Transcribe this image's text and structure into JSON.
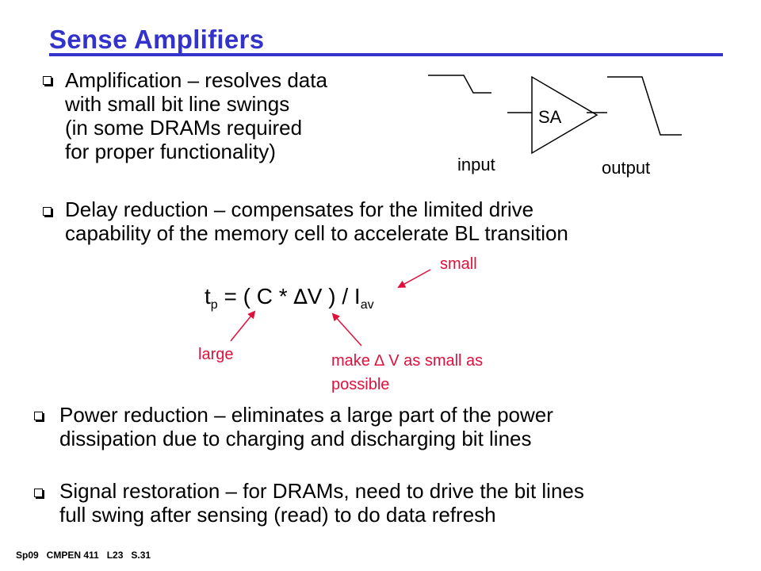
{
  "slide": {
    "title": "Sense Amplifiers",
    "bullets": [
      {
        "lines": [
          "Amplification – resolves data",
          "with small bit line swings",
          "(in some DRAMs required",
          "for proper functionality)"
        ]
      },
      {
        "lines": [
          "Delay reduction – compensates for the limited drive",
          "capability of the memory cell to accelerate BL transition"
        ]
      },
      {
        "lines": [
          "Power reduction – eliminates a large part of the power",
          "dissipation due to charging and discharging bit lines"
        ]
      },
      {
        "lines": [
          "Signal restoration – for DRAMs, need to drive the bit lines",
          "full swing after sensing (read) to do data refresh"
        ]
      }
    ],
    "diagram": {
      "amp_label": "SA",
      "input_label": "input",
      "output_label": "output"
    },
    "formula": {
      "t": "t",
      "t_sub": "p",
      "body": " = ( C * ",
      "delta": "∆",
      "body2": "V ) / I",
      "i_sub": "av"
    },
    "annotations": {
      "small": "small",
      "large": "large",
      "make_small_1": "make ∆ V as small as",
      "make_small_2": "possible"
    },
    "footer": "Sp09   CMPEN 411   L23   S.31",
    "colors": {
      "title": "#3333cc",
      "annotation": "#e0103c"
    }
  }
}
